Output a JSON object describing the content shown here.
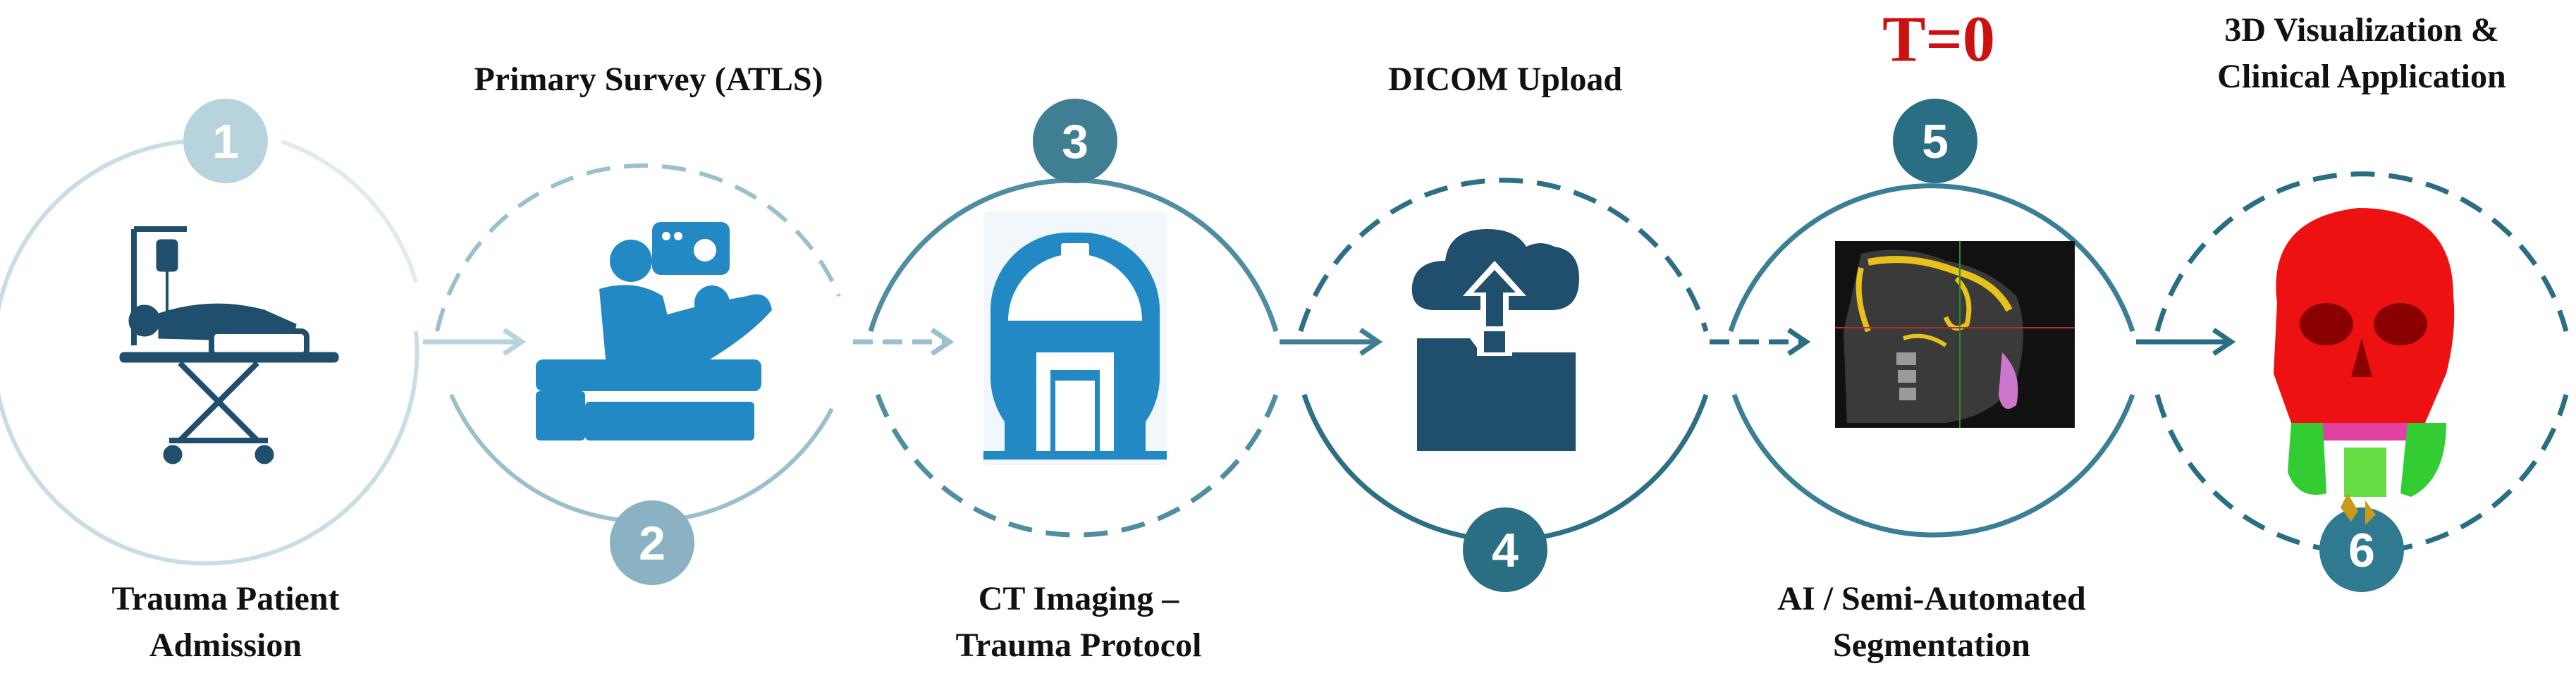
{
  "steps": [
    {
      "number": "1",
      "title_lines": [
        "Trauma Patient",
        "Admission"
      ]
    },
    {
      "number": "2",
      "title_lines": [
        "Primary Survey (ATLS)"
      ]
    },
    {
      "number": "3",
      "title_lines": [
        "CT Imaging –",
        "Trauma Protocol"
      ]
    },
    {
      "number": "4",
      "title_lines": [
        "DICOM Upload"
      ]
    },
    {
      "number": "5",
      "title_lines": [
        "AI / Semi-Automated",
        "Segmentation"
      ]
    },
    {
      "number": "6",
      "title_lines": [
        "3D Visualization &",
        "Clinical Application"
      ]
    }
  ],
  "marker": "T=0",
  "colors": {
    "step1": "#b7d3de",
    "step2": "#8ab2c2",
    "step3": "#3f7e93",
    "step4": "#2a6e84",
    "step5": "#2a6e84",
    "step6": "#2f7a90",
    "icon_dark": "#1f4f6c",
    "icon_blue": "#2389c4",
    "marker_red": "#cc1111",
    "skull_red": "#ee1111",
    "mandible_green": "#33cc33"
  }
}
